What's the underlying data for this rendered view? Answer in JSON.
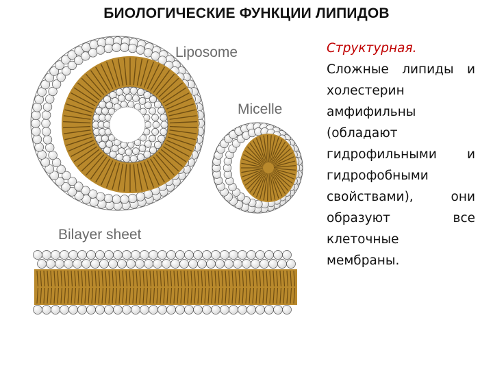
{
  "slide": {
    "title": "БИОЛОГИЧЕСКИЕ ФУНКЦИИ ЛИПИДОВ"
  },
  "figure": {
    "labels": {
      "liposome": "Liposome",
      "micelle": "Micelle",
      "bilayer": "Bilayer sheet"
    },
    "colors": {
      "head_fill": "#ffffff",
      "head_stroke": "#555555",
      "tail": "#b9892c",
      "tail_dark": "#6f4e12"
    }
  },
  "body_text": {
    "lead": "Структурная.",
    "text": "Сложные липиды и холестерин амфифильны (обладают гидрофильными и гидрофобными свойствами), они образуют все клеточные мембраны."
  }
}
